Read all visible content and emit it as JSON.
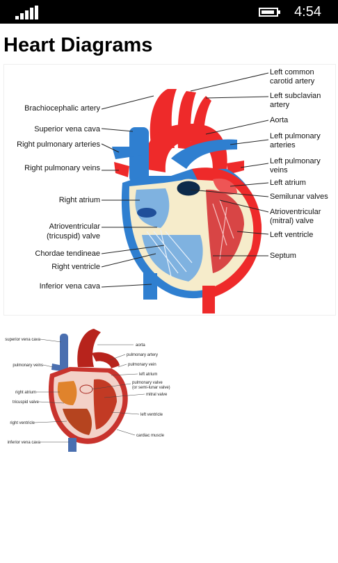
{
  "status": {
    "time": "4:54"
  },
  "page": {
    "title": "Heart Diagrams"
  },
  "diagram1": {
    "left_labels": [
      "Brachiocephalic artery",
      "Superior vena cava",
      "Right pulmonary arteries",
      "Right pulmonary veins",
      "Right atrium",
      "Atrioventricular",
      "(tricuspid) valve",
      "Chordae tendineae",
      "Right ventricle",
      "Inferior vena cava"
    ],
    "right_labels": [
      "Left common",
      "carotid artery",
      "Left subclavian",
      "artery",
      "Aorta",
      "Left pulmonary",
      "arteries",
      "Left pulmonary",
      "veins",
      "Left atrium",
      "Semilunar valves",
      "Atrioventricular",
      "(mitral) valve",
      "Left ventricle",
      "Septum"
    ]
  },
  "diagram2": {
    "left_labels": [
      "superior vena cava",
      "pulmonary veins",
      "right atrium",
      "tricuspid valve",
      "right ventricle",
      "inferior vena cava"
    ],
    "right_labels": [
      "aorta",
      "pulmonary artery",
      "pulmonary vein",
      "left atrium",
      "pulmonary valve",
      "(or semi-lunar valve)",
      "mitral valve",
      "left ventricle",
      "cardiac muscle"
    ]
  },
  "colors": {
    "artery_red": "#ee2a2a",
    "vein_blue": "#2f7fd0",
    "wall_cream": "#f6eccb",
    "muscle_red": "#c8251f",
    "status_bg": "#000000"
  },
  "icons": [
    "signal-strength-icon",
    "battery-icon"
  ]
}
